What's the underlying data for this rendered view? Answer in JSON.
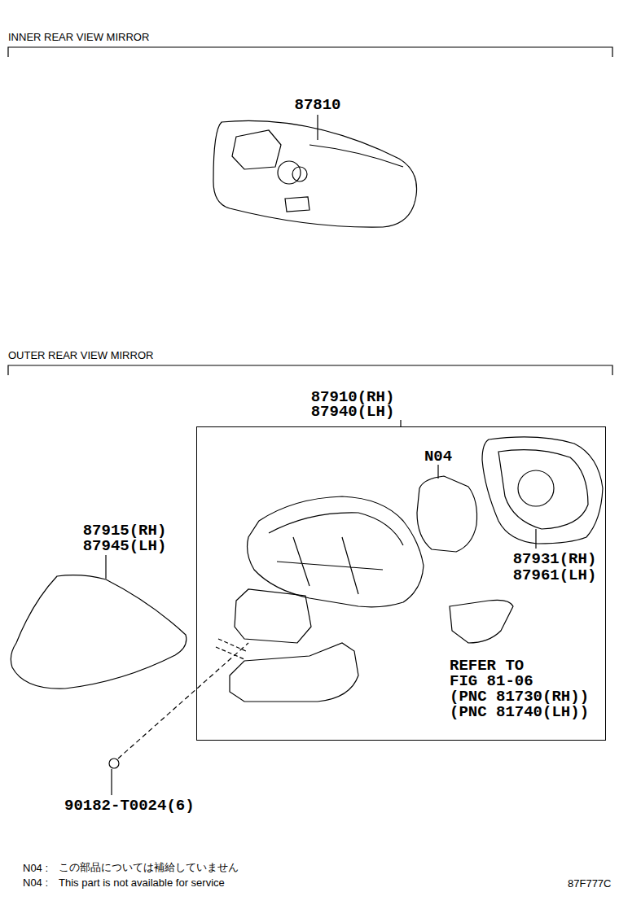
{
  "diagram": {
    "nodes": [
      {
        "text": [
          "87910(RH) 87940(LH)"
        ]
      }
    ],
    "labels": [
      "INNER REAR VIEW MIRROR",
      "87810",
      "OUTER REAR VIEW MIRROR",
      "87915(RH)",
      "87945(LH)",
      "N04",
      "87931(RH)",
      "87961(LH)",
      "REFER TO",
      "FIG 81-06",
      "(PNC 81730(RH))",
      "(PNC 81740(LH))",
      "90182-T0024(6)",
      "N04 :",
      "この部品については補給していません",
      "N04 :",
      "This part is not available for service",
      "87F777C"
    ]
  }
}
